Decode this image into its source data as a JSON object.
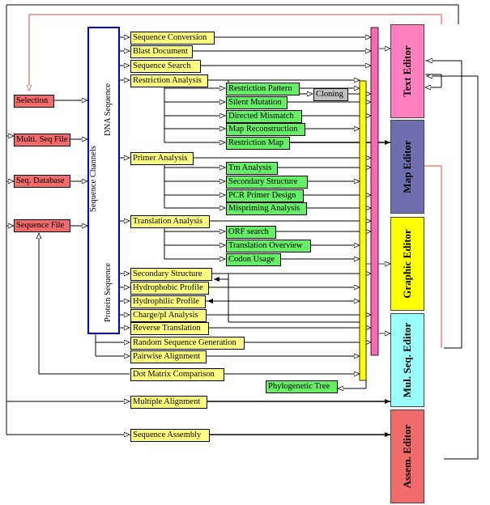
{
  "sources": {
    "selection": "Selection",
    "multi_seq_file": "Multi. Seq File",
    "seq_database": "Seq. Database",
    "sequence_file": "Sequence File"
  },
  "channels": {
    "title": "Sequence Channels",
    "dna": "DNA Sequence",
    "protein": "Protein Sequence"
  },
  "functions": {
    "sequence_conversion": "Sequence Conversion",
    "blast_document": "Blast Document",
    "sequence_search": "Sequence Search",
    "restriction_analysis": "Restriction Analysis",
    "primer_analysis": "Primer Analysis",
    "translation_analysis": "Translation Analysis",
    "secondary_structure": "Secondary Structure",
    "hydrophobic_profile": "Hydrophobic Profile",
    "hydrophilic_profile": "Hydrophilic Profile",
    "charge_pi_analysis": "Charge/pI  Analysis",
    "reverse_translation": "Reverse Translation",
    "random_sequence_generation": "Random Sequence Generation",
    "pairwise_alignment": "Pairwise Alignment",
    "dot_matrix_comparison": "Dot Matrix Comparison",
    "multiple_alignment": "Multiple  Alignment",
    "sequence_assembly": "Sequence Assembly"
  },
  "subfunctions": {
    "restriction_pattern": "Restriction Pattern",
    "cloning": "Cloning",
    "silent_mutation": "Silent Mutation",
    "directed_mismatch": "Directed Mismatch",
    "map_reconstruction": "Map Reconstruction",
    "restriction_map": "Restriction Map",
    "tm_analysis": "Tm Analysis",
    "secondary_structure": "Secondary Structure",
    "pcr_primer_design": "PCR Primer Design",
    "mispriming_analysis": "Mispriming Analysis",
    "orf_search": "ORF search",
    "translation_overview": "Translation Overview",
    "codon_usage": "Codon Usage",
    "phylogenetic_tree": "Phylogenetic Tree"
  },
  "editors": {
    "text_editor": "Text Editor",
    "map_editor": "Map Editor",
    "graphic_editor": "Graphic Editor",
    "mul_seq_editor": "Mul. Seq. Editor",
    "assem_editor": "Assem. Editor"
  },
  "colors": {
    "source": "#f26b6b",
    "function": "#ffff80",
    "subfunction": "#66ee66",
    "cloning": "#c0c0c0",
    "channel_border": "#0000cc",
    "text_editor": "#ff7fbf",
    "map_editor": "#6f6fb0",
    "graphic_editor": "#ffff00",
    "mul_seq_editor": "#99ffff",
    "assem_editor": "#f26b6b",
    "feedback_line": "#f08080",
    "pink_bus": "#ff66b3",
    "yellow_bus": "#ffff00"
  }
}
